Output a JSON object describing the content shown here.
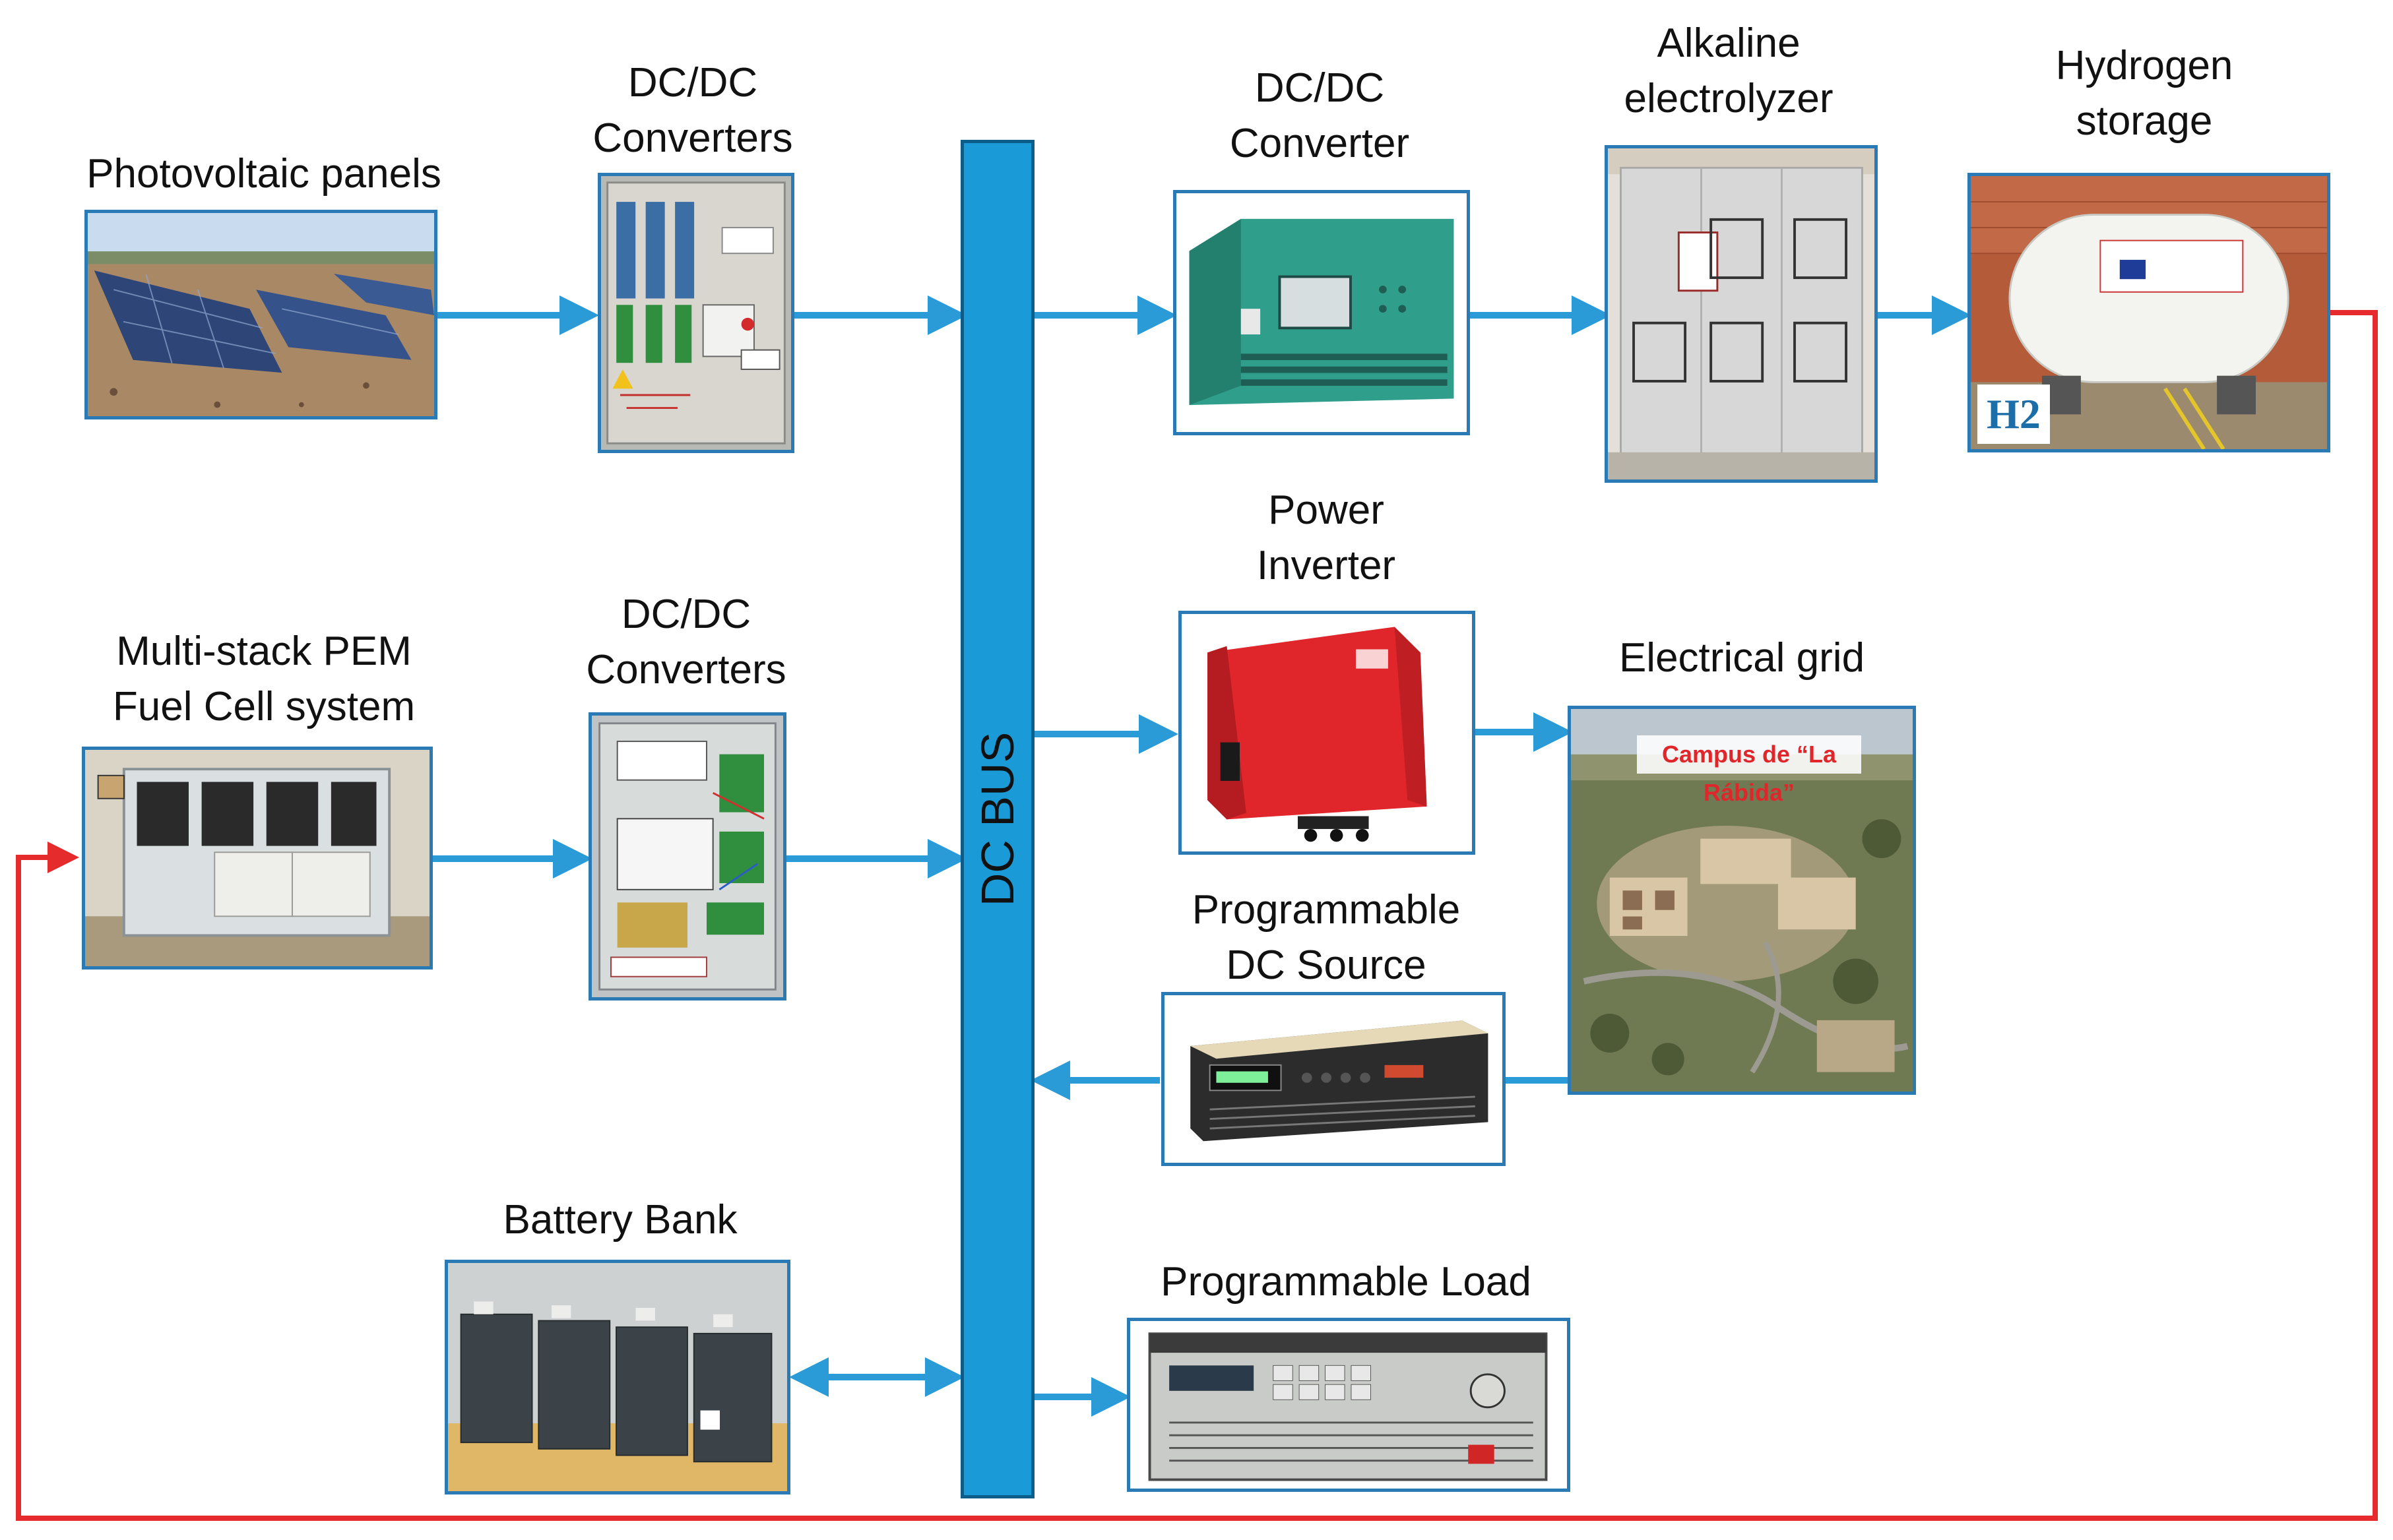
{
  "labels": {
    "pv": "Photovoltaic panels",
    "dcdc1": [
      "DC/DC",
      "Converters"
    ],
    "dcdc2": [
      "DC/DC",
      "Converters"
    ],
    "fuelcell": [
      "Multi-stack PEM",
      "Fuel Cell system"
    ],
    "battery": "Battery Bank",
    "dcbus": "DC BUS",
    "dcdc3": [
      "DC/DC",
      "Converter"
    ],
    "electrolyzer": [
      "Alkaline",
      "electrolyzer"
    ],
    "h2storage": [
      "Hydrogen",
      "storage"
    ],
    "inverter": [
      "Power",
      "Inverter"
    ],
    "grid": "Electrical grid",
    "dcsource": [
      "Programmable",
      "DC Source"
    ],
    "load": "Programmable Load"
  },
  "photo_text": {
    "campus": "Campus de “La Rábida”",
    "h2": "H2"
  },
  "colors": {
    "power_arrow": "#2b9bd8",
    "hydrogen_line": "#e52b2b",
    "bus_fill": "#1a9bd7",
    "frame": "#2a7ab5"
  }
}
